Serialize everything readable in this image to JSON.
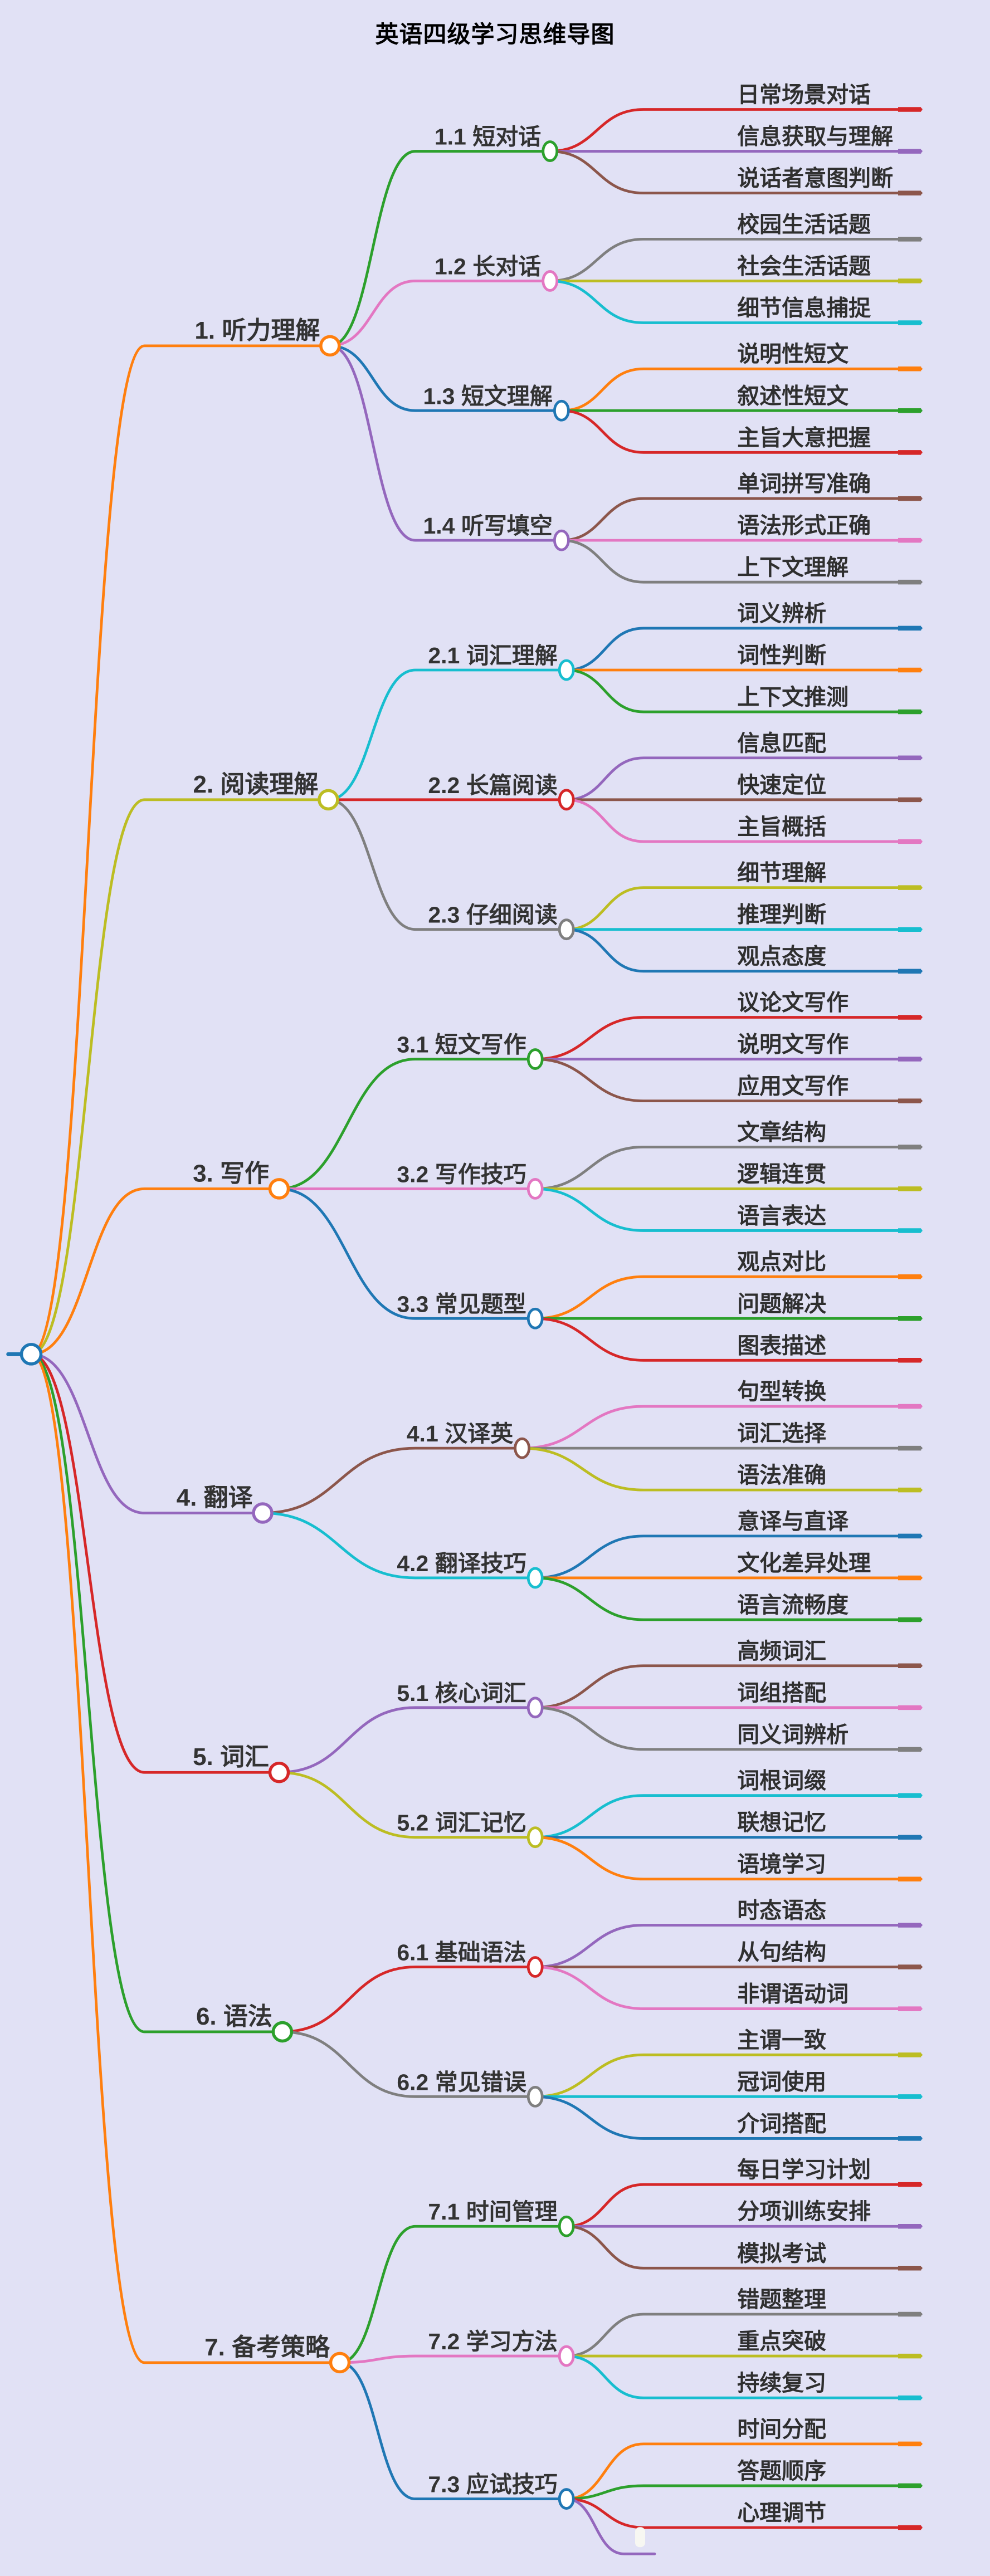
{
  "title": "英语四级学习思维导图",
  "background": "#e1e1f5",
  "palette": [
    "#1f77b4",
    "#ff7f0e",
    "#2ca02c",
    "#d62728",
    "#9467bd",
    "#8c564b",
    "#e377c2",
    "#7f7f7f",
    "#bcbd22",
    "#17becf"
  ],
  "root": {
    "color": "#1f77b4"
  },
  "branches": [
    {
      "label": "1. 听力理解",
      "color": "#ff7f0e",
      "children": [
        {
          "label": "1.1 短对话",
          "color": "#2ca02c",
          "leaves": [
            {
              "label": "日常场景对话",
              "color": "#d62728"
            },
            {
              "label": "信息获取与理解",
              "color": "#9467bd"
            },
            {
              "label": "说话者意图判断",
              "color": "#8c564b"
            }
          ]
        },
        {
          "label": "1.2 长对话",
          "color": "#e377c2",
          "leaves": [
            {
              "label": "校园生活话题",
              "color": "#7f7f7f"
            },
            {
              "label": "社会生活话题",
              "color": "#bcbd22"
            },
            {
              "label": "细节信息捕捉",
              "color": "#17becf"
            }
          ]
        },
        {
          "label": "1.3 短文理解",
          "color": "#1f77b4",
          "leaves": [
            {
              "label": "说明性短文",
              "color": "#ff7f0e"
            },
            {
              "label": "叙述性短文",
              "color": "#2ca02c"
            },
            {
              "label": "主旨大意把握",
              "color": "#d62728"
            }
          ]
        },
        {
          "label": "1.4 听写填空",
          "color": "#9467bd",
          "leaves": [
            {
              "label": "单词拼写准确",
              "color": "#8c564b"
            },
            {
              "label": "语法形式正确",
              "color": "#e377c2"
            },
            {
              "label": "上下文理解",
              "color": "#7f7f7f"
            }
          ]
        }
      ]
    },
    {
      "label": "2. 阅读理解",
      "color": "#bcbd22",
      "children": [
        {
          "label": "2.1 词汇理解",
          "color": "#17becf",
          "leaves": [
            {
              "label": "词义辨析",
              "color": "#1f77b4"
            },
            {
              "label": "词性判断",
              "color": "#ff7f0e"
            },
            {
              "label": "上下文推测",
              "color": "#2ca02c"
            }
          ]
        },
        {
          "label": "2.2 长篇阅读",
          "color": "#d62728",
          "leaves": [
            {
              "label": "信息匹配",
              "color": "#9467bd"
            },
            {
              "label": "快速定位",
              "color": "#8c564b"
            },
            {
              "label": "主旨概括",
              "color": "#e377c2"
            }
          ]
        },
        {
          "label": "2.3 仔细阅读",
          "color": "#7f7f7f",
          "leaves": [
            {
              "label": "细节理解",
              "color": "#bcbd22"
            },
            {
              "label": "推理判断",
              "color": "#17becf"
            },
            {
              "label": "观点态度",
              "color": "#1f77b4"
            }
          ]
        }
      ]
    },
    {
      "label": "3. 写作",
      "color": "#ff7f0e",
      "children": [
        {
          "label": "3.1 短文写作",
          "color": "#2ca02c",
          "leaves": [
            {
              "label": "议论文写作",
              "color": "#d62728"
            },
            {
              "label": "说明文写作",
              "color": "#9467bd"
            },
            {
              "label": "应用文写作",
              "color": "#8c564b"
            }
          ]
        },
        {
          "label": "3.2 写作技巧",
          "color": "#e377c2",
          "leaves": [
            {
              "label": "文章结构",
              "color": "#7f7f7f"
            },
            {
              "label": "逻辑连贯",
              "color": "#bcbd22"
            },
            {
              "label": "语言表达",
              "color": "#17becf"
            }
          ]
        },
        {
          "label": "3.3 常见题型",
          "color": "#1f77b4",
          "leaves": [
            {
              "label": "观点对比",
              "color": "#ff7f0e"
            },
            {
              "label": "问题解决",
              "color": "#2ca02c"
            },
            {
              "label": "图表描述",
              "color": "#d62728"
            }
          ]
        }
      ]
    },
    {
      "label": "4. 翻译",
      "color": "#9467bd",
      "children": [
        {
          "label": "4.1 汉译英",
          "color": "#8c564b",
          "leaves": [
            {
              "label": "句型转换",
              "color": "#e377c2"
            },
            {
              "label": "词汇选择",
              "color": "#7f7f7f"
            },
            {
              "label": "语法准确",
              "color": "#bcbd22"
            }
          ]
        },
        {
          "label": "4.2 翻译技巧",
          "color": "#17becf",
          "leaves": [
            {
              "label": "意译与直译",
              "color": "#1f77b4"
            },
            {
              "label": "文化差异处理",
              "color": "#ff7f0e"
            },
            {
              "label": "语言流畅度",
              "color": "#2ca02c"
            }
          ]
        }
      ]
    },
    {
      "label": "5. 词汇",
      "color": "#d62728",
      "children": [
        {
          "label": "5.1 核心词汇",
          "color": "#9467bd",
          "leaves": [
            {
              "label": "高频词汇",
              "color": "#8c564b"
            },
            {
              "label": "词组搭配",
              "color": "#e377c2"
            },
            {
              "label": "同义词辨析",
              "color": "#7f7f7f"
            }
          ]
        },
        {
          "label": "5.2 词汇记忆",
          "color": "#bcbd22",
          "leaves": [
            {
              "label": "词根词缀",
              "color": "#17becf"
            },
            {
              "label": "联想记忆",
              "color": "#1f77b4"
            },
            {
              "label": "语境学习",
              "color": "#ff7f0e"
            }
          ]
        }
      ]
    },
    {
      "label": "6. 语法",
      "color": "#2ca02c",
      "children": [
        {
          "label": "6.1 基础语法",
          "color": "#d62728",
          "leaves": [
            {
              "label": "时态语态",
              "color": "#9467bd"
            },
            {
              "label": "从句结构",
              "color": "#8c564b"
            },
            {
              "label": "非谓语动词",
              "color": "#e377c2"
            }
          ]
        },
        {
          "label": "6.2 常见错误",
          "color": "#7f7f7f",
          "leaves": [
            {
              "label": "主谓一致",
              "color": "#bcbd22"
            },
            {
              "label": "冠词使用",
              "color": "#17becf"
            },
            {
              "label": "介词搭配",
              "color": "#1f77b4"
            }
          ]
        }
      ]
    },
    {
      "label": "7. 备考策略",
      "color": "#ff7f0e",
      "children": [
        {
          "label": "7.1 时间管理",
          "color": "#2ca02c",
          "leaves": [
            {
              "label": "每日学习计划",
              "color": "#d62728"
            },
            {
              "label": "分项训练安排",
              "color": "#9467bd"
            },
            {
              "label": "模拟考试",
              "color": "#8c564b"
            }
          ]
        },
        {
          "label": "7.2 学习方法",
          "color": "#e377c2",
          "leaves": [
            {
              "label": "错题整理",
              "color": "#7f7f7f"
            },
            {
              "label": "重点突破",
              "color": "#bcbd22"
            },
            {
              "label": "持续复习",
              "color": "#17becf"
            }
          ]
        },
        {
          "label": "7.3 应试技巧",
          "color": "#1f77b4",
          "leaves": [
            {
              "label": "时间分配",
              "color": "#ff7f0e"
            },
            {
              "label": "答题顺序",
              "color": "#2ca02c"
            },
            {
              "label": "心理调节",
              "color": "#d62728"
            },
            {
              "label": "",
              "color": "#9467bd"
            }
          ]
        }
      ]
    }
  ]
}
